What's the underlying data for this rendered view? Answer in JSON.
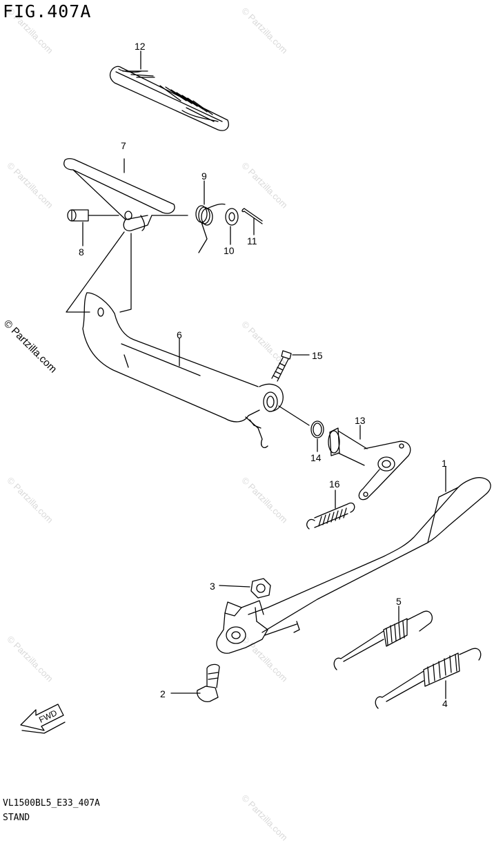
{
  "figure": {
    "title": "FIG.407A",
    "code": "VL1500BL5_E33_407A",
    "section": "STAND"
  },
  "watermark": {
    "main": "© Partzilla.com",
    "tile": "© Partzilla.com"
  },
  "callouts": [
    {
      "id": "1",
      "label": "1"
    },
    {
      "id": "2",
      "label": "2"
    },
    {
      "id": "3",
      "label": "3"
    },
    {
      "id": "4",
      "label": "4"
    },
    {
      "id": "5",
      "label": "5"
    },
    {
      "id": "6",
      "label": "6"
    },
    {
      "id": "7",
      "label": "7"
    },
    {
      "id": "8",
      "label": "8"
    },
    {
      "id": "9",
      "label": "9"
    },
    {
      "id": "10",
      "label": "10"
    },
    {
      "id": "11",
      "label": "11"
    },
    {
      "id": "12",
      "label": "12"
    },
    {
      "id": "13",
      "label": "13"
    },
    {
      "id": "14",
      "label": "14"
    },
    {
      "id": "15",
      "label": "15"
    },
    {
      "id": "16",
      "label": "16"
    }
  ],
  "fwd_label": "FWD",
  "colors": {
    "line": "#000000",
    "watermark": "#d9d9d9"
  }
}
